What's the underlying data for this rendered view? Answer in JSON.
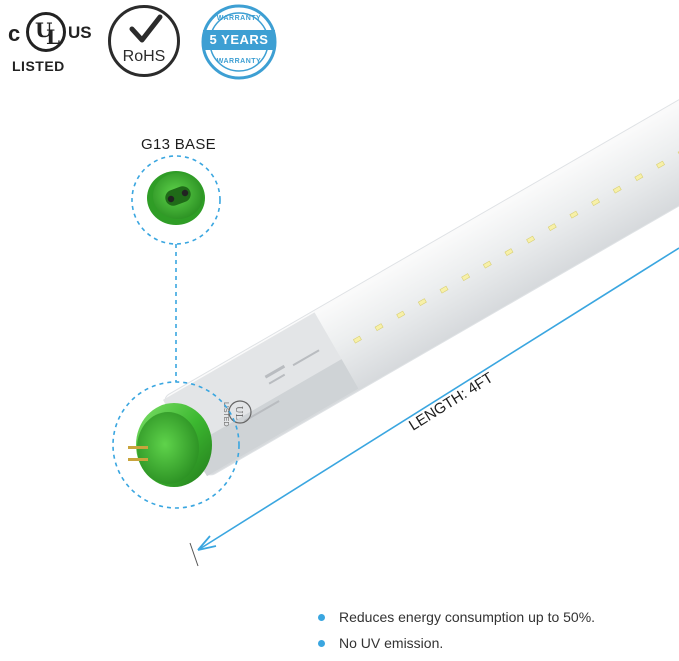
{
  "badges": {
    "ul": {
      "c": "c",
      "us": "US",
      "listed": "LISTED"
    },
    "rohs": {
      "text": "RoHS"
    },
    "warranty": {
      "top": "WARRANTY",
      "years": "5 YEARS",
      "bottom": "WARRANTY"
    }
  },
  "product": {
    "base_label": "G13 BASE",
    "length_label": "LENGTH: 4FT",
    "end_cap_text": "LISTED"
  },
  "features": [
    "Reduces energy consumption up to 50%.",
    "No UV emission."
  ],
  "colors": {
    "accent": "#3aa6e0",
    "end_cap_green": "#47c13a",
    "warranty_blue": "#3d9fd3",
    "tube_white": "#f3f4f5",
    "text": "#1d1d1d"
  }
}
